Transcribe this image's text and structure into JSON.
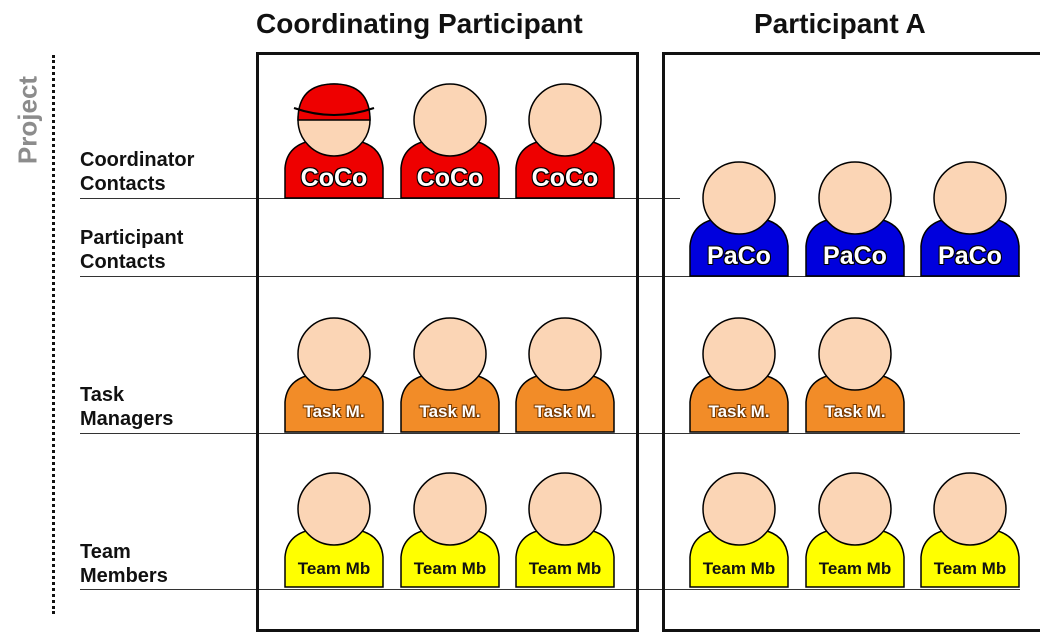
{
  "headers": {
    "coordinating": "Coordinating Participant",
    "participant_a": "Participant A"
  },
  "side_label": "Project",
  "rows": {
    "coordinator_contacts": [
      "Coordinator",
      "Contacts"
    ],
    "participant_contacts": [
      "Participant",
      "Contacts"
    ],
    "task_managers": [
      "Task",
      "Managers"
    ],
    "team_members": [
      "Team",
      "Members"
    ]
  },
  "badges": {
    "coco": "CoCo",
    "paco": "PaCo",
    "task": "Task M.",
    "team": "Team Mb"
  },
  "colors": {
    "coco": "#ee0000",
    "paco": "#0000dd",
    "task": "#f28c28",
    "team": "#ffff00",
    "skin": "#fbd5b5",
    "cap": "#ee0000"
  }
}
